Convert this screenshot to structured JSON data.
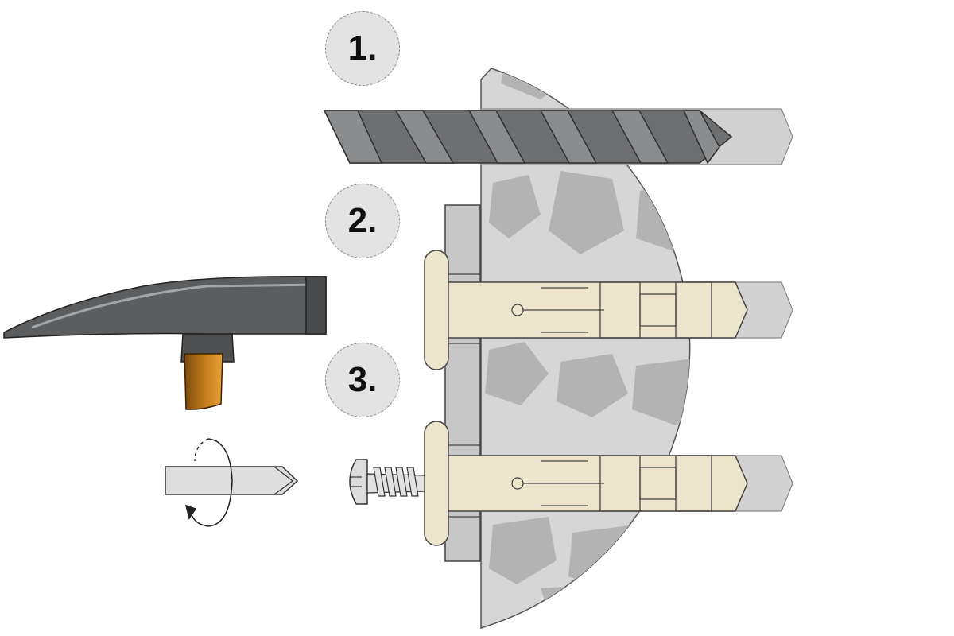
{
  "steps": [
    {
      "label": "1.",
      "action": "drill"
    },
    {
      "label": "2.",
      "action": "hammer-in-anchor"
    },
    {
      "label": "3.",
      "action": "screw-in"
    }
  ],
  "colors": {
    "wall": "#d5d5d5",
    "stone": "#b3b3b3",
    "drill_bit": "#6e6f71",
    "anchor": "#ece4cb",
    "hammer_head": "#5c5d5f",
    "hammer_handle": "#b46f16",
    "step_circle": "#e3e3e3"
  },
  "icons": [
    "drill-bit-icon",
    "hammer-icon",
    "screwdriver-bit-icon",
    "rotation-arrow-icon",
    "screw-icon",
    "wall-plug-icon",
    "mounting-plate-icon"
  ]
}
